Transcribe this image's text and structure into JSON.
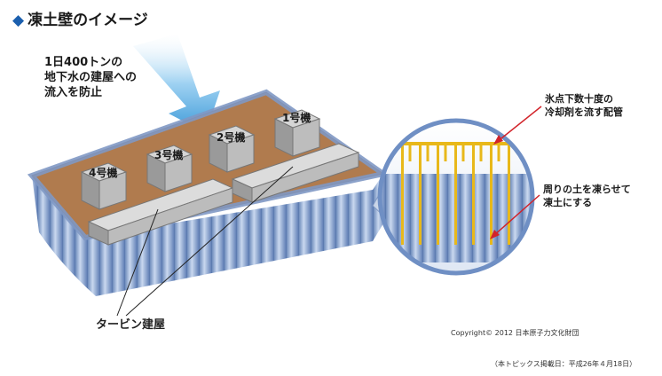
{
  "title": "凍土壁のイメージ",
  "flow_note": {
    "line1": "1日400トンの",
    "line2": "地下水の建屋への",
    "line3": "流入を防止"
  },
  "units": [
    "1号機",
    "2号機",
    "3号機",
    "4号機"
  ],
  "turbine_label": "タービン建屋",
  "pipe_note": {
    "line1": "氷点下数十度の",
    "line2": "冷却剤を流す配管"
  },
  "freeze_note": {
    "line1": "周りの土を凍らせて",
    "line2": "凍土にする"
  },
  "copyright": "Copyright© 2012 日本原子力文化財団",
  "footnote": "（本トピックス掲載日：平成26年４月18日）",
  "colors": {
    "title_diamond": "#1b5fae",
    "ground": "#b07b4e",
    "frozen_wall": "#8ea8d0",
    "pipe": "#e8b81a",
    "arrow_red": "#d2232a",
    "flow_arrow": "#5aaee0"
  }
}
